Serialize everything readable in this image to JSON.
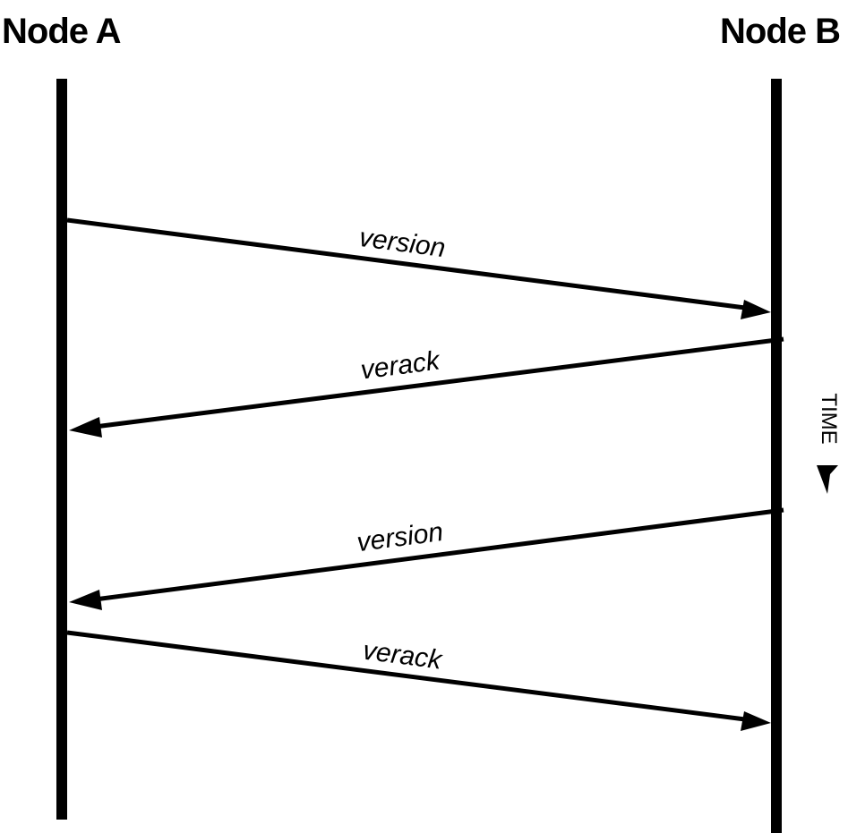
{
  "nodes": {
    "a": {
      "label": "Node A"
    },
    "b": {
      "label": "Node B"
    }
  },
  "messages": [
    {
      "label": "version",
      "from": "a",
      "to": "b"
    },
    {
      "label": "verack",
      "from": "b",
      "to": "a"
    },
    {
      "label": "version",
      "from": "b",
      "to": "a"
    },
    {
      "label": "verack",
      "from": "a",
      "to": "b"
    }
  ],
  "time_axis": {
    "label": "TIME",
    "direction": "down"
  },
  "colors": {
    "ink": "#000000",
    "background": "#ffffff"
  }
}
